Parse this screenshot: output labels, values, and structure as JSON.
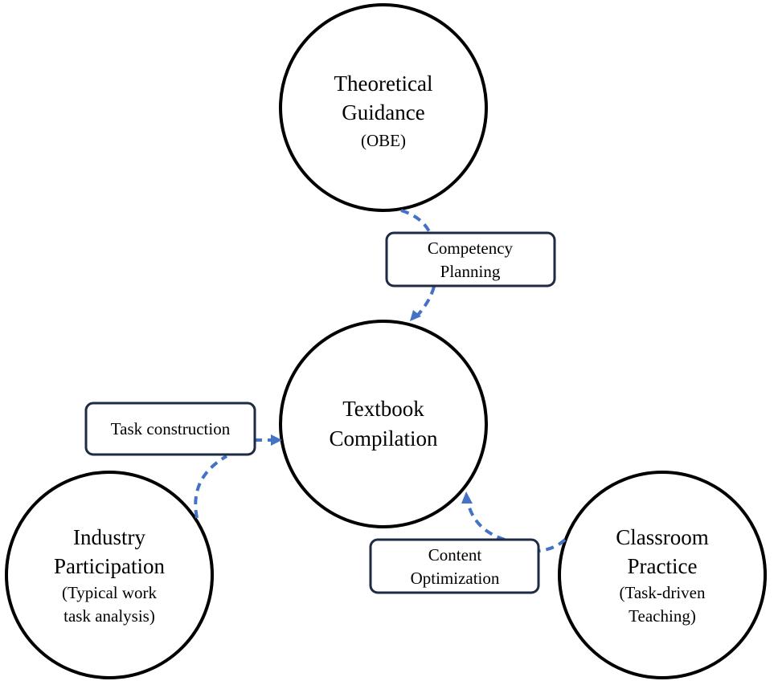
{
  "nodes": {
    "theoretical": {
      "title_line1": "Theoretical",
      "title_line2": "Guidance",
      "subtitle_line1": "(OBE)"
    },
    "textbook": {
      "title_line1": "Textbook",
      "title_line2": "Compilation"
    },
    "industry": {
      "title_line1": "Industry",
      "title_line2": "Participation",
      "subtitle_line1": "(Typical work",
      "subtitle_line2": "task analysis)"
    },
    "classroom": {
      "title_line1": "Classroom",
      "title_line2": "Practice",
      "subtitle_line1": "(Task-driven",
      "subtitle_line2": "Teaching)"
    }
  },
  "links": {
    "competency": {
      "label_line1": "Competency",
      "label_line2": "Planning"
    },
    "task": {
      "label_line1": "Task construction"
    },
    "content": {
      "label_line1": "Content",
      "label_line2": "Optimization"
    }
  },
  "colors": {
    "arrow": "#4472c4",
    "box_border": "#1f2a44",
    "circle_border": "#000000"
  }
}
